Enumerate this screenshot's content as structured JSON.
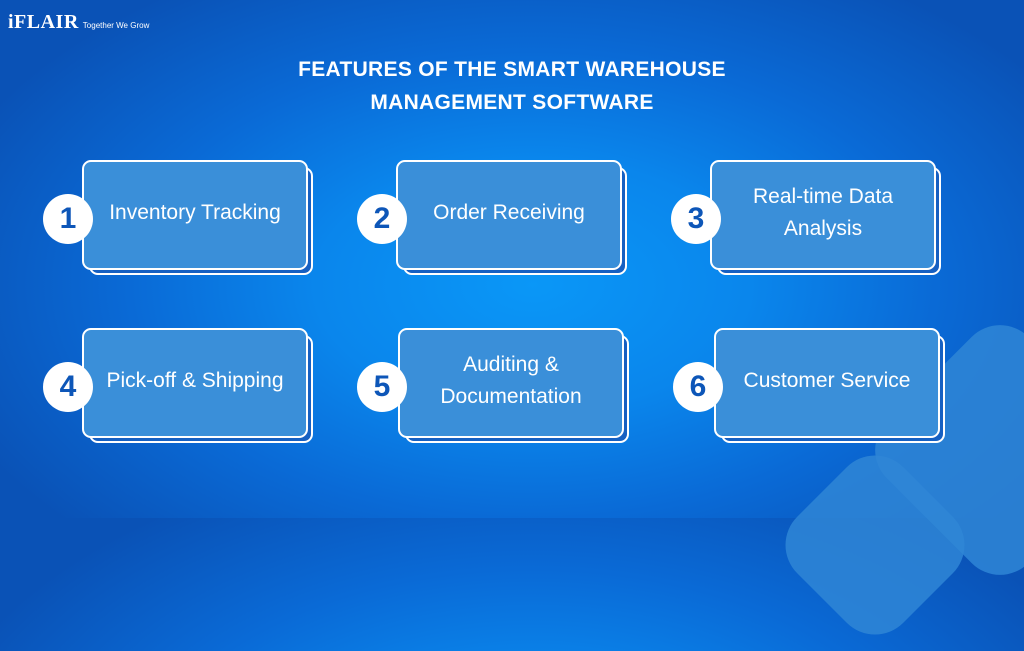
{
  "brand": {
    "logo": "iFLAIR",
    "tagline": "Together We Grow"
  },
  "title": {
    "line1": "FEATURES OF THE SMART WAREHOUSE",
    "line2": "MANAGEMENT SOFTWARE"
  },
  "features": [
    {
      "number": "1",
      "label": "Inventory Tracking"
    },
    {
      "number": "2",
      "label": "Order Receiving"
    },
    {
      "number": "3",
      "label": "Real-time Data Analysis"
    },
    {
      "number": "4",
      "label": "Pick-off & Shipping"
    },
    {
      "number": "5",
      "label": "Auditing & Documentation"
    },
    {
      "number": "6",
      "label": "Customer Service"
    }
  ],
  "colors": {
    "background_center": "#0a97f7",
    "background_edge": "#0a52b6",
    "card_front": "#3a8fd9",
    "card_back": "#1660c2",
    "badge_number": "#0d56b8"
  }
}
